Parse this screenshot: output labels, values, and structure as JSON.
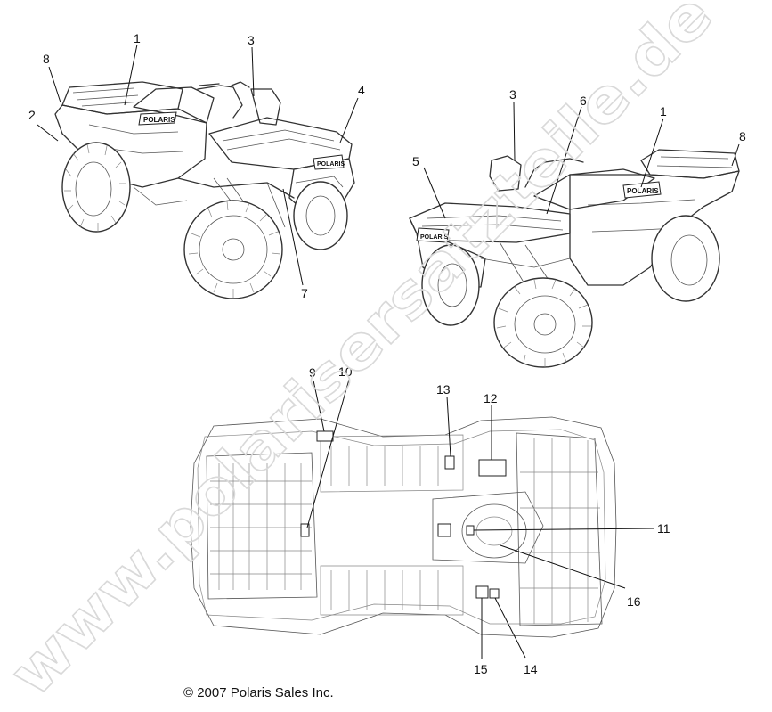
{
  "watermark": "www.polarisersatzteile.de",
  "copyright": "© 2007 Polaris Sales Inc.",
  "brand_decal": "POLARIS",
  "callouts": {
    "left_view": [
      "8",
      "1",
      "3",
      "4",
      "2",
      "7"
    ],
    "right_view": [
      "3",
      "6",
      "1",
      "8",
      "5"
    ],
    "top_view": [
      "9",
      "10",
      "13",
      "12",
      "11",
      "16",
      "15",
      "14"
    ]
  }
}
